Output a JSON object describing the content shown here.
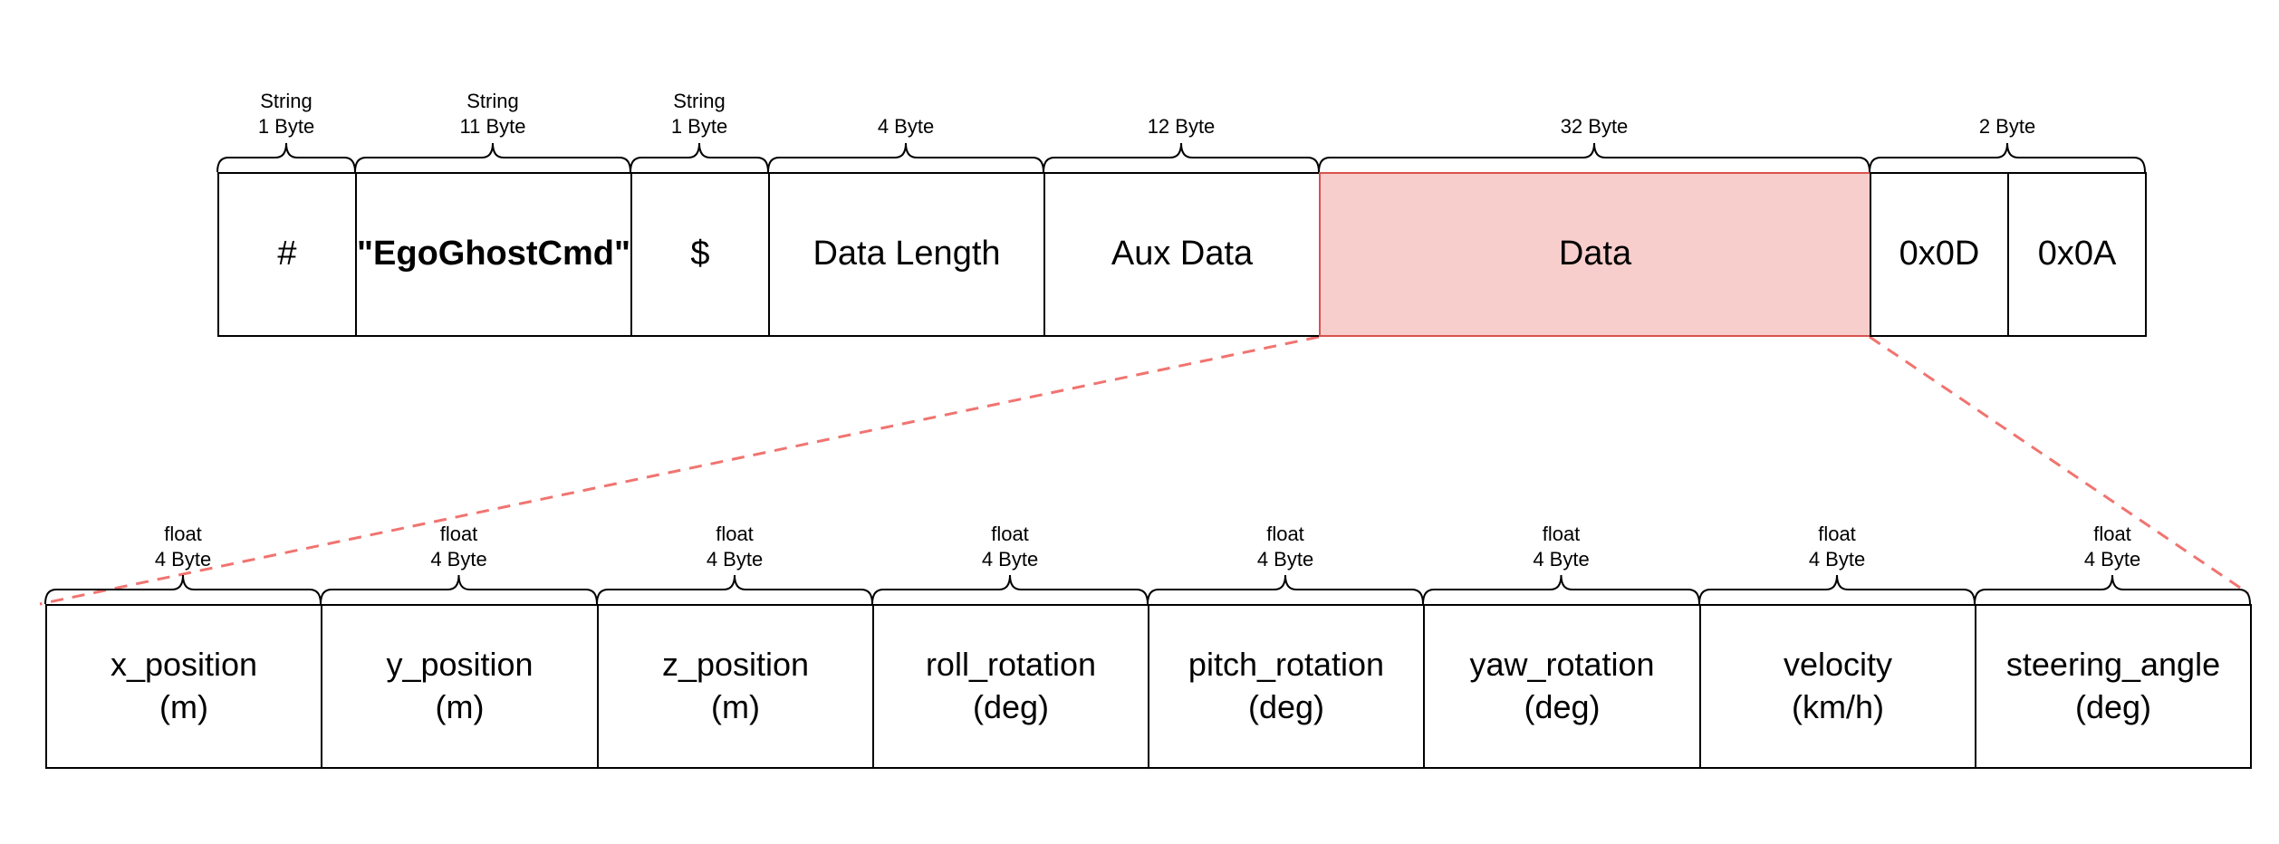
{
  "packet": {
    "fields": [
      {
        "label": "#",
        "caption": [
          "String",
          "1 Byte"
        ]
      },
      {
        "label": "\"EgoGhostCmd\"",
        "caption": [
          "String",
          "11 Byte"
        ],
        "bold": true
      },
      {
        "label": "$",
        "caption": [
          "String",
          "1 Byte"
        ]
      },
      {
        "label": "Data Length",
        "caption": [
          "4 Byte"
        ]
      },
      {
        "label": "Aux Data",
        "caption": [
          "12 Byte"
        ]
      },
      {
        "label": "Data",
        "caption": [
          "32 Byte"
        ],
        "highlight": true
      },
      {
        "label": "0x0D"
      },
      {
        "label": "0x0A"
      }
    ],
    "terminator_caption": "2 Byte"
  },
  "data_fields": [
    {
      "name": "x_position",
      "unit": "(m)",
      "type": "float",
      "size": "4 Byte"
    },
    {
      "name": "y_position",
      "unit": "(m)",
      "type": "float",
      "size": "4 Byte"
    },
    {
      "name": "z_position",
      "unit": "(m)",
      "type": "float",
      "size": "4 Byte"
    },
    {
      "name": "roll_rotation",
      "unit": "(deg)",
      "type": "float",
      "size": "4 Byte"
    },
    {
      "name": "pitch_rotation",
      "unit": "(deg)",
      "type": "float",
      "size": "4 Byte"
    },
    {
      "name": "yaw_rotation",
      "unit": "(deg)",
      "type": "float",
      "size": "4 Byte"
    },
    {
      "name": "velocity",
      "unit": "(km/h)",
      "type": "float",
      "size": "4 Byte"
    },
    {
      "name": "steering_angle",
      "unit": "(deg)",
      "type": "float",
      "size": "4 Byte"
    }
  ],
  "colors": {
    "highlight_fill": "#f8cecc",
    "highlight_stroke": "#d9534f",
    "expand_line": "#f07470",
    "stroke": "#000000"
  }
}
